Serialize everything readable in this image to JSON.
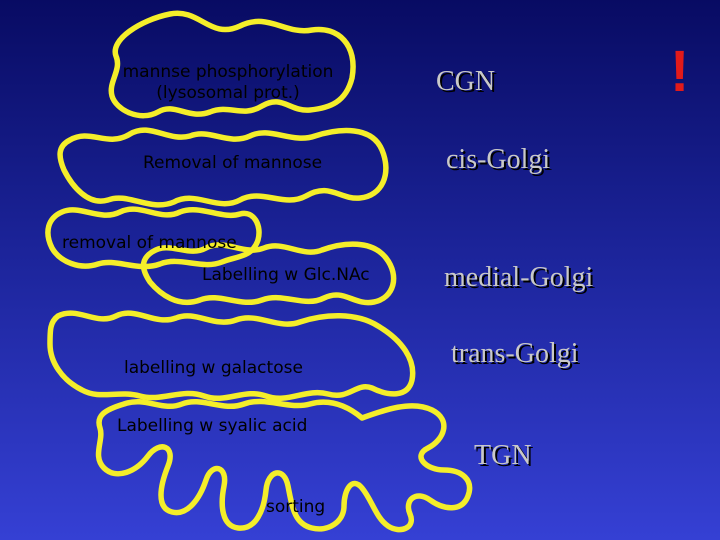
{
  "diagram": {
    "annotations": {
      "mannose_phosphorylation_line1": "mannse phosphorylation",
      "mannose_phosphorylation_line2": "(lysosomal prot.)",
      "removal_of_mannose_1": "Removal of mannose",
      "removal_of_mannose_2": "removal of mannose",
      "labelling_glcnac": "Labelling w Glc.NAc",
      "labelling_galactose": "labelling w galactose",
      "labelling_sialic_acid": "Labelling w syalic acid",
      "sorting": "sorting"
    },
    "regions": {
      "cgn": "CGN",
      "cis_golgi": "cis-Golgi",
      "medial_golgi": "medial-Golgi",
      "trans_golgi": "trans-Golgi",
      "tgn": "TGN"
    },
    "exclamation": "!"
  },
  "colors": {
    "background_top": "#080b63",
    "background_bottom": "#3540d4",
    "cisterna_outline": "#f4ee2a",
    "label_text": "#000000",
    "region_text": "#c9c9c9",
    "exclamation": "#e21a1a"
  }
}
